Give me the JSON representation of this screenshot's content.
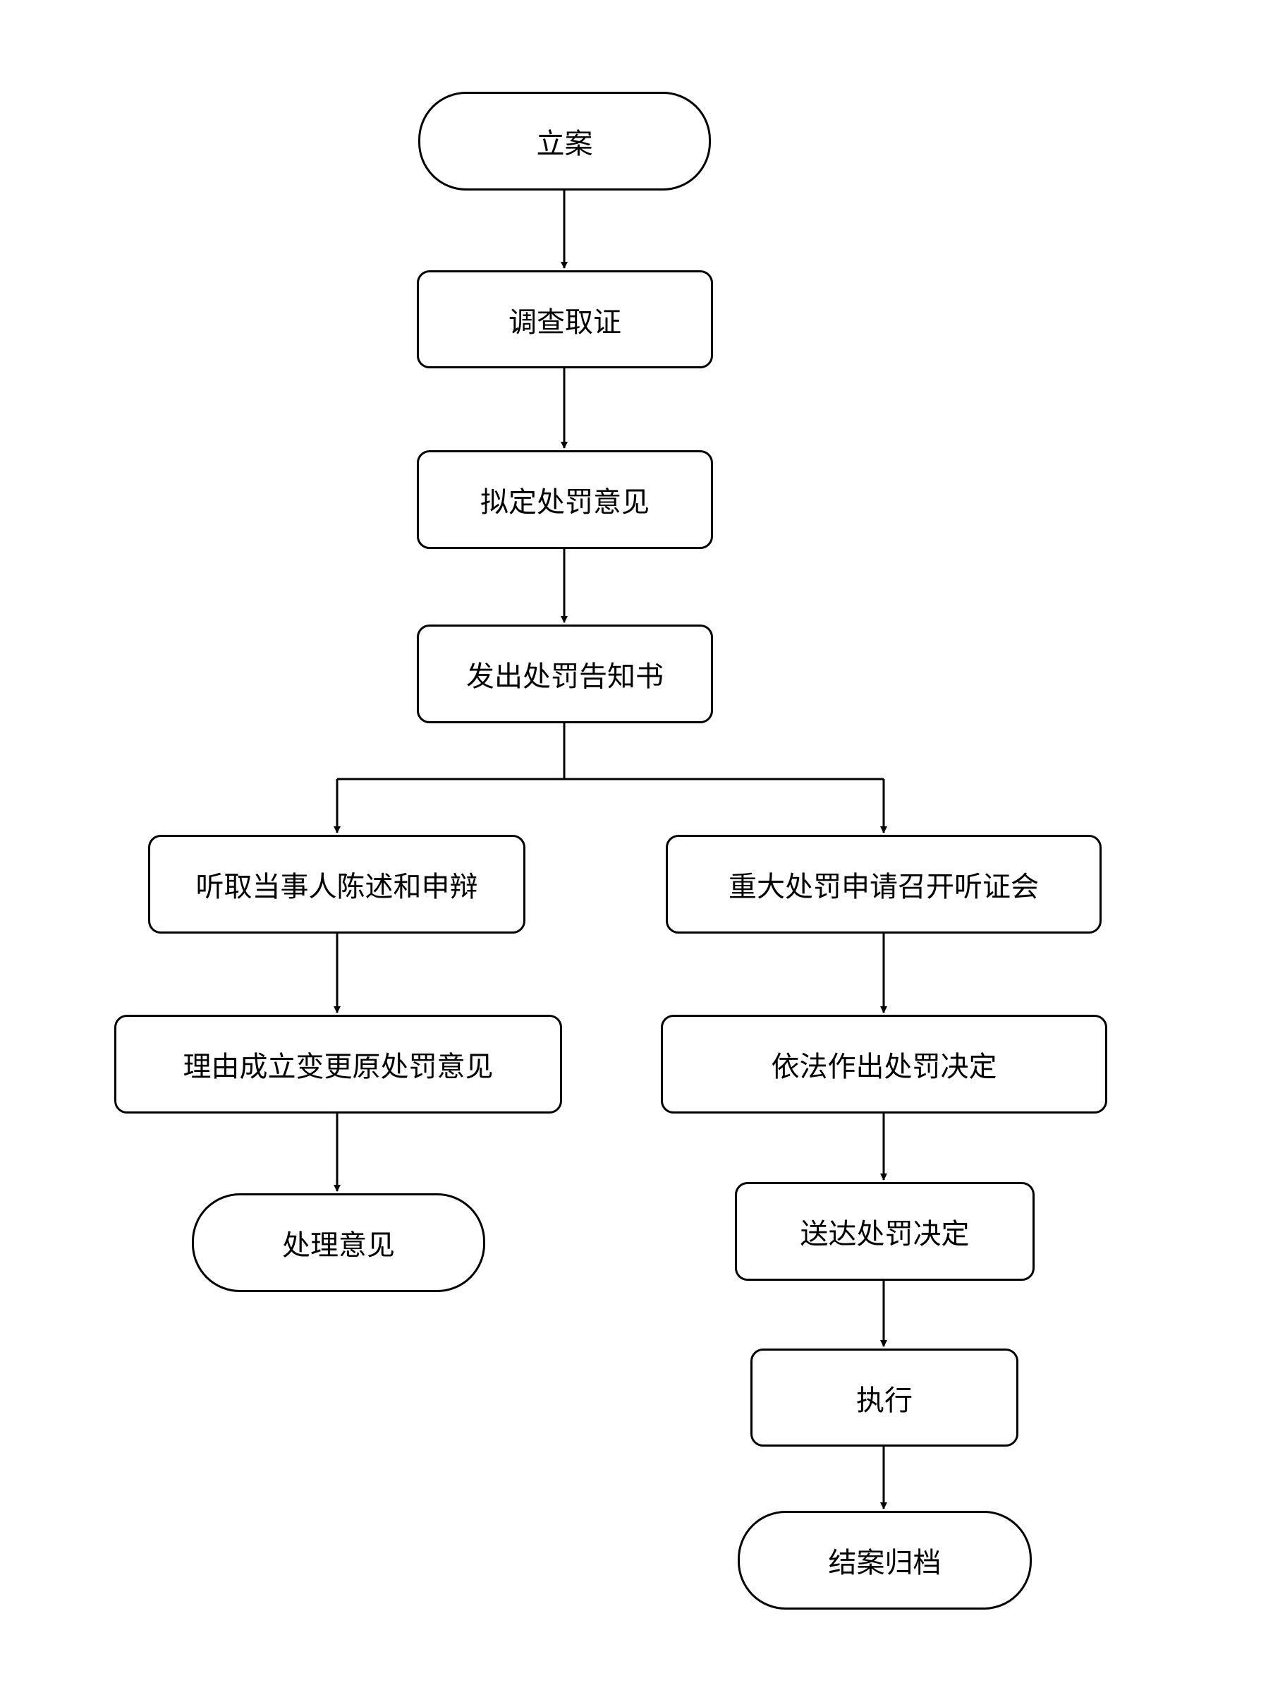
{
  "nodes": {
    "start": "立案",
    "investigate": "调查取证",
    "draft_opinion": "拟定处罚意见",
    "issue_notice": "发出处罚告知书",
    "hear_statement": "听取当事人陈述和申辩",
    "apply_hearing": "重大处罚申请召开听证会",
    "change_opinion": "理由成立变更原处罚意见",
    "make_decision": "依法作出处罚决定",
    "handle_opinion": "处理意见",
    "deliver_decision": "送达处罚决定",
    "execute": "执行",
    "close_archive": "结案归档"
  },
  "colors": {
    "stroke": "#000000",
    "fill": "#ffffff"
  }
}
